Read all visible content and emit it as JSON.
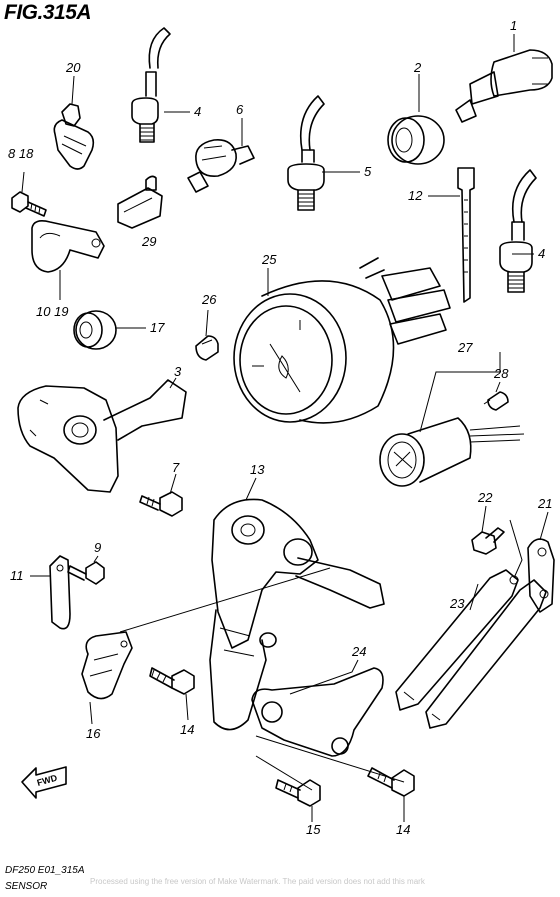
{
  "header": {
    "figure_title": "FIG.315A"
  },
  "footer": {
    "model_code": "DF250 E01_315A",
    "section_name": "SENSOR",
    "watermark_notice": "Processed using the free version of Make Watermark. The paid version does not add this mark"
  },
  "direction_badge": {
    "label": "FWD"
  },
  "callouts": [
    {
      "id": "c1",
      "label": "1"
    },
    {
      "id": "c2",
      "label": "2"
    },
    {
      "id": "c3",
      "label": "3"
    },
    {
      "id": "c4a",
      "label": "4"
    },
    {
      "id": "c4b",
      "label": "4"
    },
    {
      "id": "c5",
      "label": "5"
    },
    {
      "id": "c6",
      "label": "6"
    },
    {
      "id": "c7",
      "label": "7"
    },
    {
      "id": "c8",
      "label": "8 18"
    },
    {
      "id": "c9",
      "label": "9"
    },
    {
      "id": "c10",
      "label": "10 19"
    },
    {
      "id": "c11",
      "label": "11"
    },
    {
      "id": "c12",
      "label": "12"
    },
    {
      "id": "c13",
      "label": "13"
    },
    {
      "id": "c14a",
      "label": "14"
    },
    {
      "id": "c14b",
      "label": "14"
    },
    {
      "id": "c15",
      "label": "15"
    },
    {
      "id": "c16",
      "label": "16"
    },
    {
      "id": "c17",
      "label": "17"
    },
    {
      "id": "c20",
      "label": "20"
    },
    {
      "id": "c21",
      "label": "21"
    },
    {
      "id": "c22",
      "label": "22"
    },
    {
      "id": "c23",
      "label": "23"
    },
    {
      "id": "c24",
      "label": "24"
    },
    {
      "id": "c25",
      "label": "25"
    },
    {
      "id": "c26",
      "label": "26"
    },
    {
      "id": "c27",
      "label": "27"
    },
    {
      "id": "c28",
      "label": "28"
    },
    {
      "id": "c29",
      "label": "29"
    }
  ]
}
